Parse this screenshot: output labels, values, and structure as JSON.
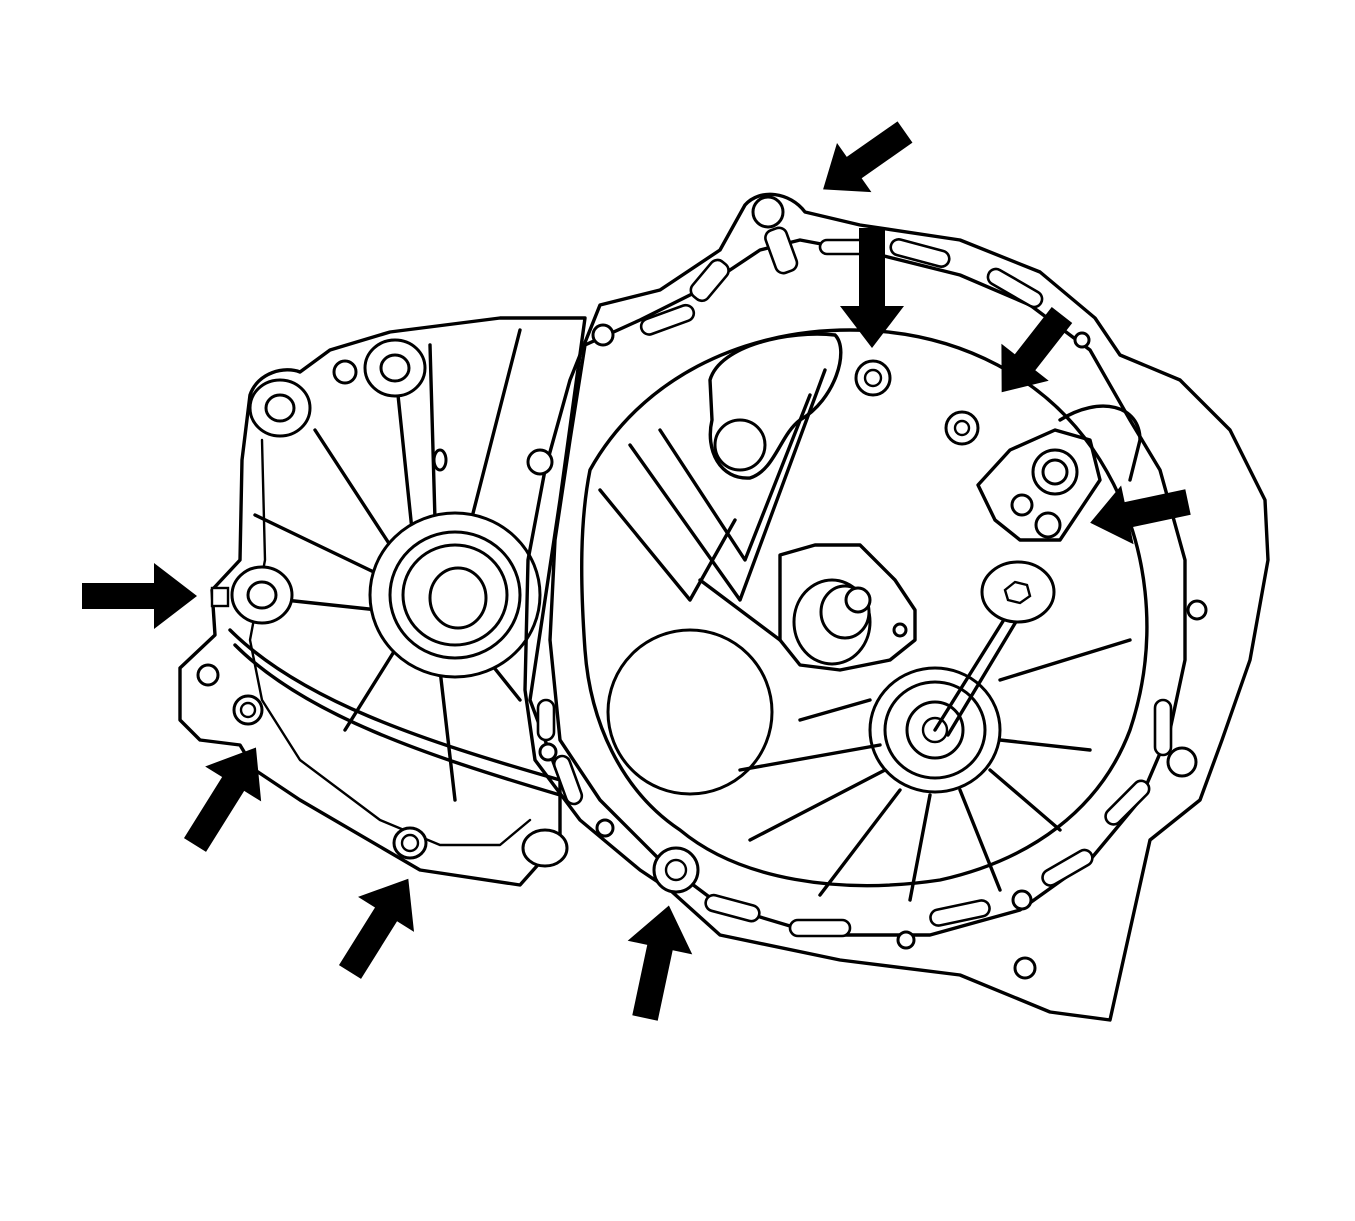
{
  "figure": {
    "subject": "transmission-case-bolt-locations",
    "arrow_color": "#000000",
    "line_color": "#000000",
    "background": "#ffffff"
  },
  "callouts": [
    {
      "id": "arrow-top-flange"
    },
    {
      "id": "arrow-upper-bolt"
    },
    {
      "id": "arrow-right-upper-bolt"
    },
    {
      "id": "arrow-right-bracket-bolt"
    },
    {
      "id": "arrow-left-bolt"
    },
    {
      "id": "arrow-lower-left-bolt"
    },
    {
      "id": "arrow-lower-middle-bolt"
    },
    {
      "id": "arrow-bottom-flange-bolt"
    }
  ]
}
